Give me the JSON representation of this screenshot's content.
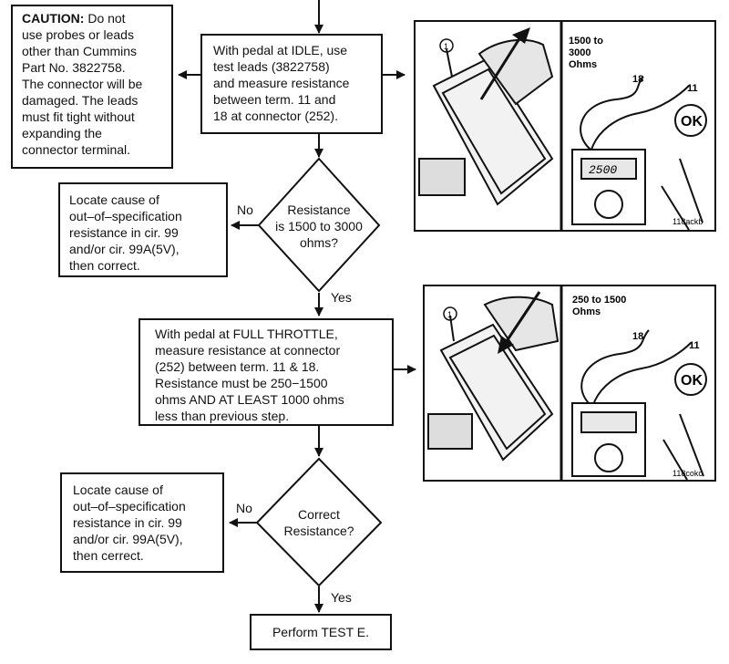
{
  "caution": {
    "heading": "CAUTION:",
    "lines": [
      "Do not",
      "use probes or leads",
      "other than Cummins",
      "Part No. 3822758.",
      "The connector will be",
      "damaged. The leads",
      "must fit tight without",
      "expanding the",
      "connector terminal."
    ]
  },
  "step1": {
    "lines": [
      "With pedal at IDLE, use",
      "test leads (3822758)",
      "and measure resistance",
      "between term. 11 and",
      "18 at connector (252)."
    ]
  },
  "decision1": {
    "lines": [
      "Resistance",
      "is 1500 to 3000",
      "ohms?"
    ]
  },
  "no1": {
    "lines": [
      "Locate cause of",
      "out–of–specification",
      "resistance in cir. 99",
      "and/or cir. 99A(5V),",
      "then correct."
    ]
  },
  "step2": {
    "lines": [
      "With pedal at FULL THROTTLE,",
      "measure resistance at connector",
      "(252) between term. 11 & 18.",
      "Resistance must be 250−1500",
      "ohms AND AT LEAST 1000 ohms",
      "less than previous step."
    ]
  },
  "decision2": {
    "lines": [
      "Correct",
      "Resistance?"
    ]
  },
  "no2": {
    "lines": [
      "Locate cause of",
      "out–of–specification",
      "resistance in cir. 99",
      "and/or cir. 99A(5V),",
      "then cerrect."
    ]
  },
  "final": {
    "label": "Perform TEST E."
  },
  "labels": {
    "no": "No",
    "yes": "Yes"
  },
  "photo1": {
    "range_lines": [
      "1500 to",
      "3000",
      "Ohms"
    ],
    "term_a": "18",
    "term_b": "11",
    "ok": "OK",
    "meter": "2500",
    "tag": "118ackb",
    "callout": "1"
  },
  "photo2": {
    "range_lines": [
      "250 to 1500",
      "Ohms"
    ],
    "term_a": "18",
    "term_b": "11",
    "ok": "OK",
    "tag": "118cokc",
    "callout": "1"
  }
}
